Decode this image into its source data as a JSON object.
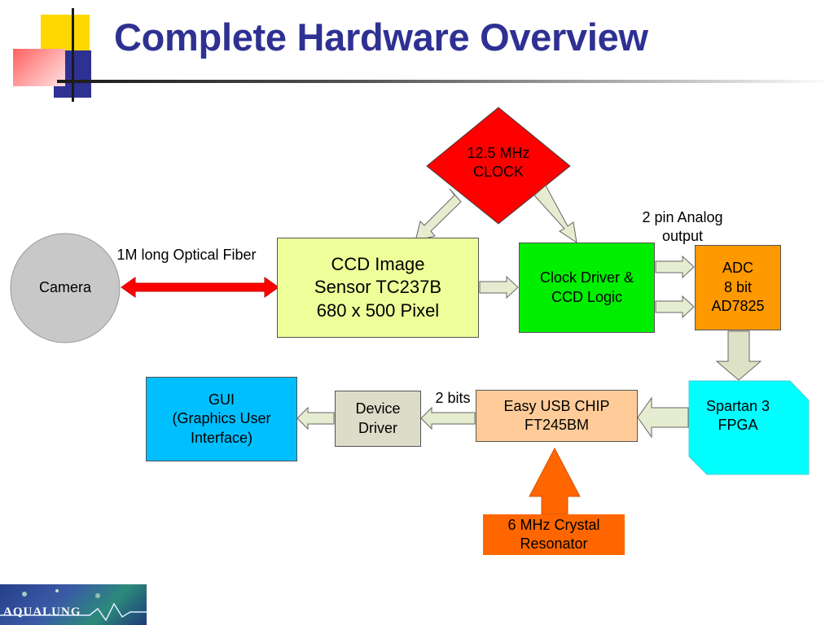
{
  "title": "Complete Hardware Overview",
  "nodes": {
    "clock": "12.5 MHz\nCLOCK",
    "camera": "Camera",
    "ccd": "CCD Image\nSensor TC237B\n680 x 500 Pixel",
    "clock_driver": "Clock Driver &\nCCD Logic",
    "adc": "ADC\n8 bit\nAD7825",
    "fpga": "Spartan 3\nFPGA",
    "usb": "Easy USB CHIP\nFT245BM",
    "crystal": "6 MHz Crystal\nResonator",
    "driver": "Device\nDriver",
    "gui": "GUI\n(Graphics User\nInterface)"
  },
  "labels": {
    "fiber": "1M long Optical Fiber",
    "analog": "2 pin Analog\noutput",
    "bits": "2 bits"
  },
  "logo_text": "AQUALUNG",
  "colors": {
    "title": "#2e3192",
    "clock": "#ff0000",
    "ccd": "#eeff99",
    "clock_driver": "#00ee00",
    "adc": "#ff9900",
    "fpga": "#00ffff",
    "usb": "#ffcc99",
    "crystal": "#ff6600",
    "driver": "#dcdcc8",
    "gui": "#00bfff",
    "camera": "#c8c8c8",
    "fiber": "#ff0000"
  }
}
